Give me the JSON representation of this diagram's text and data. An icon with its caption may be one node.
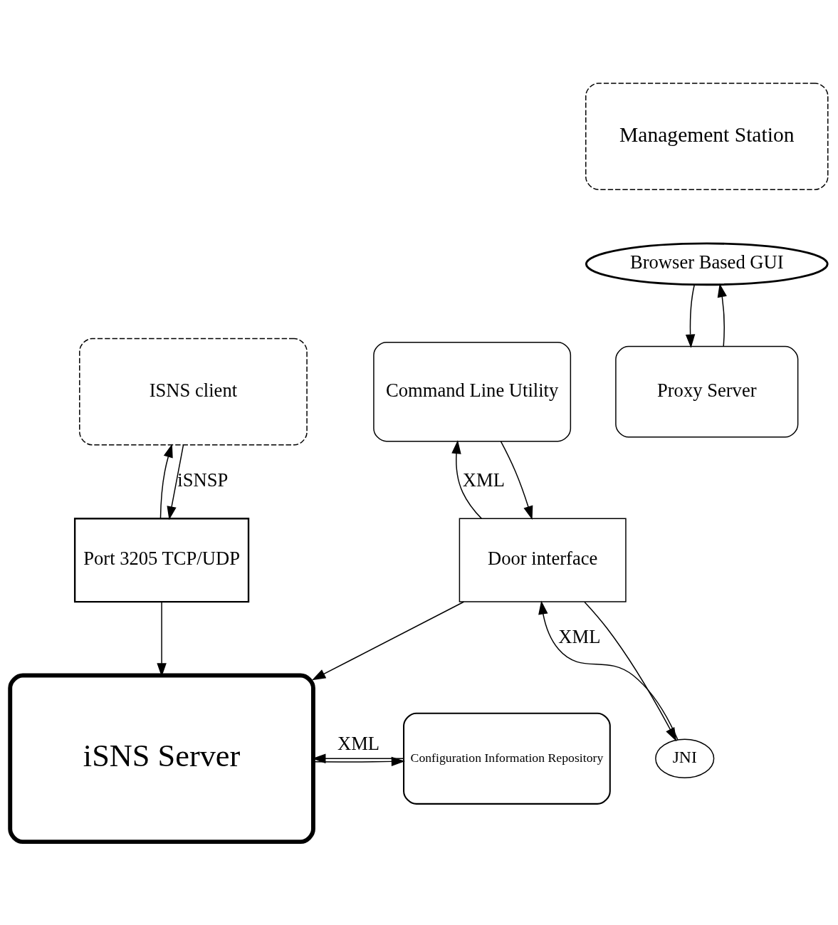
{
  "diagram": {
    "nodes": [
      {
        "text": [
          "Management Station"
        ]
      },
      {
        "text": [
          "Browser Based GUI"
        ]
      },
      {
        "text": [
          "Proxy Server"
        ]
      },
      {
        "text": [
          "JNI"
        ]
      },
      {
        "text": [
          "Command Line Utility"
        ]
      },
      {
        "text": [
          "ISNS client"
        ]
      },
      {
        "text": [
          "Door interface"
        ]
      },
      {
        "text": [
          "Port 3205 TCP/UDP"
        ]
      },
      {
        "text": [
          "iSNS Server"
        ]
      },
      {
        "text": [
          "Configuration Information Repository"
        ]
      }
    ],
    "edges": [
      {
        "from": 1,
        "to": 2,
        "arrow": "to"
      },
      {
        "from": 2,
        "to": 1,
        "arrow": "to"
      },
      {
        "from": 4,
        "to": 6,
        "arrow": "to"
      },
      {
        "from": 6,
        "to": 4,
        "arrow": "to",
        "label": "XML"
      },
      {
        "from": 3,
        "to": 6,
        "arrow": "to",
        "label": "XML"
      },
      {
        "from": 6,
        "to": 3,
        "arrow": "to"
      },
      {
        "from": 5,
        "to": 7,
        "arrow": "to",
        "label": "iSNSP"
      },
      {
        "from": 7,
        "to": 5,
        "arrow": "to"
      },
      {
        "from": 6,
        "to": 8,
        "arrow": "to"
      },
      {
        "from": 7,
        "to": 8,
        "arrow": "to"
      },
      {
        "from": 8,
        "to": 9,
        "arrow": "to"
      },
      {
        "from": 9,
        "to": 8,
        "arrow": "to",
        "label": "XML"
      }
    ]
  }
}
